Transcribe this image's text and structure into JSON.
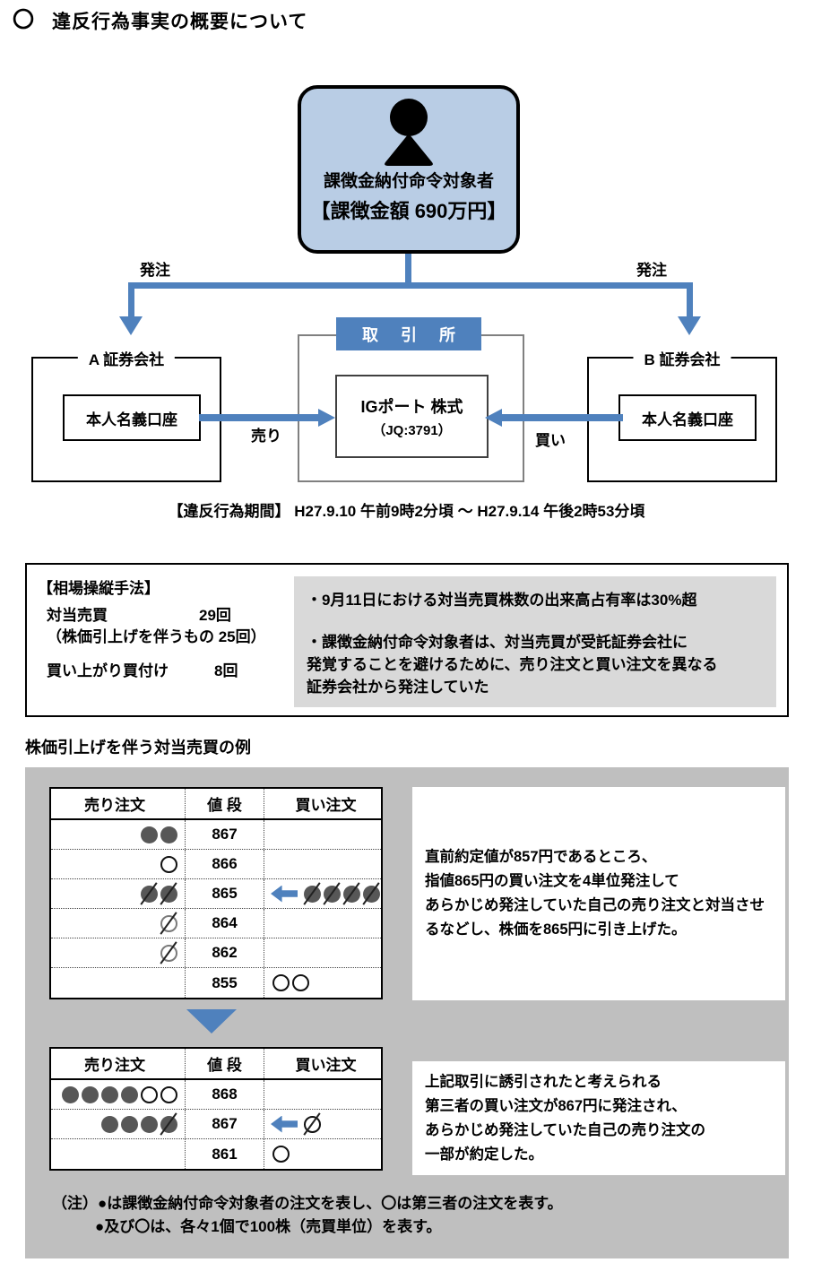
{
  "page": {
    "title_bullet": "〇",
    "title": "違反行為事実の概要について"
  },
  "diagram": {
    "subject_box": {
      "line1": "課徴金納付命令対象者",
      "line2": "【課徴金額  690万円】"
    },
    "order_label_left": "発注",
    "order_label_right": "発注",
    "exchange_label": "取 引 所",
    "stock_box": {
      "line1": "IGポート 株式",
      "line2": "（JQ:3791）"
    },
    "broker_a": {
      "title": "A 証券会社",
      "account": "本人名義口座"
    },
    "broker_b": {
      "title": "B 証券会社",
      "account": "本人名義口座"
    },
    "sell_label": "売り",
    "buy_label": "買い",
    "period": "【違反行為期間】 H27.9.10 午前9時2分頃 ～ H27.9.14 午後2時53分頃"
  },
  "method_box": {
    "title": "【相場操縦手法】",
    "lines": [
      "対当売買　　　　　　29回",
      "（株価引上げを伴うもの 25回）",
      "買い上がり買付け　　　8回"
    ],
    "notes": [
      "・9月11日における対当売買株数の出来高占有率は30%超",
      "・課徴金納付命令対象者は、対当売買が受託証券会社に\n発覚することを避けるために、売り注文と買い注文を異なる\n証券会社から発注していた"
    ]
  },
  "example": {
    "heading": "株価引上げを伴う対当売買の例",
    "table_headers": [
      "売り注文",
      "値 段",
      "買い注文"
    ],
    "symbol_legend": {
      "F": "filled-circle (violator order)",
      "O": "open-circle (third-party order)",
      "FS": "filled-circle executed (slashed)",
      "OSG": "open-circle executed gray (slashed)",
      "OS": "open-circle executed (slashed)",
      "ARROW": "blue left arrow (new buy order)"
    },
    "table1": {
      "rows": [
        {
          "sell": [
            "F",
            "F"
          ],
          "price": "867",
          "buy": []
        },
        {
          "sell": [
            "O"
          ],
          "price": "866",
          "buy": []
        },
        {
          "sell": [
            "FS",
            "FS"
          ],
          "price": "865",
          "buy": [
            "ARROW",
            "FS",
            "FS",
            "FS",
            "FS"
          ]
        },
        {
          "sell": [
            "OSG"
          ],
          "price": "864",
          "buy": []
        },
        {
          "sell": [
            "OSG"
          ],
          "price": "862",
          "buy": []
        },
        {
          "sell": [],
          "price": "855",
          "buy": [
            "O",
            "O"
          ]
        }
      ],
      "caption": "直前約定値が857円であるところ、\n指値865円の買い注文を4単位発注して\nあらかじめ発注していた自己の売り注文と対当させ\nるなどし、株価を865円に引き上げた。"
    },
    "table2": {
      "rows": [
        {
          "sell": [
            "F",
            "F",
            "F",
            "F",
            "O",
            "O"
          ],
          "price": "868",
          "buy": []
        },
        {
          "sell": [
            "F",
            "F",
            "F",
            "FS"
          ],
          "price": "867",
          "buy": [
            "ARROW",
            "OS"
          ]
        },
        {
          "sell": [],
          "price": "861",
          "buy": [
            "O"
          ]
        }
      ],
      "caption": "上記取引に誘引されたと考えられる\n第三者の買い注文が867円に発注され、\nあらかじめ発注していた自己の売り注文の\n一部が約定した。"
    },
    "notes": [
      "（注）●は課徴金納付命令対象者の注文を表し、〇は第三者の注文を表す。",
      "●及び〇は、各々1個で100株（売買単位）を表す。"
    ]
  },
  "colors": {
    "accent_blue": "#4f81bd",
    "light_blue": "#b9cde5",
    "panel_gray": "#bfbfbf",
    "info_gray": "#d9d9d9",
    "circle_gray": "#575757"
  }
}
